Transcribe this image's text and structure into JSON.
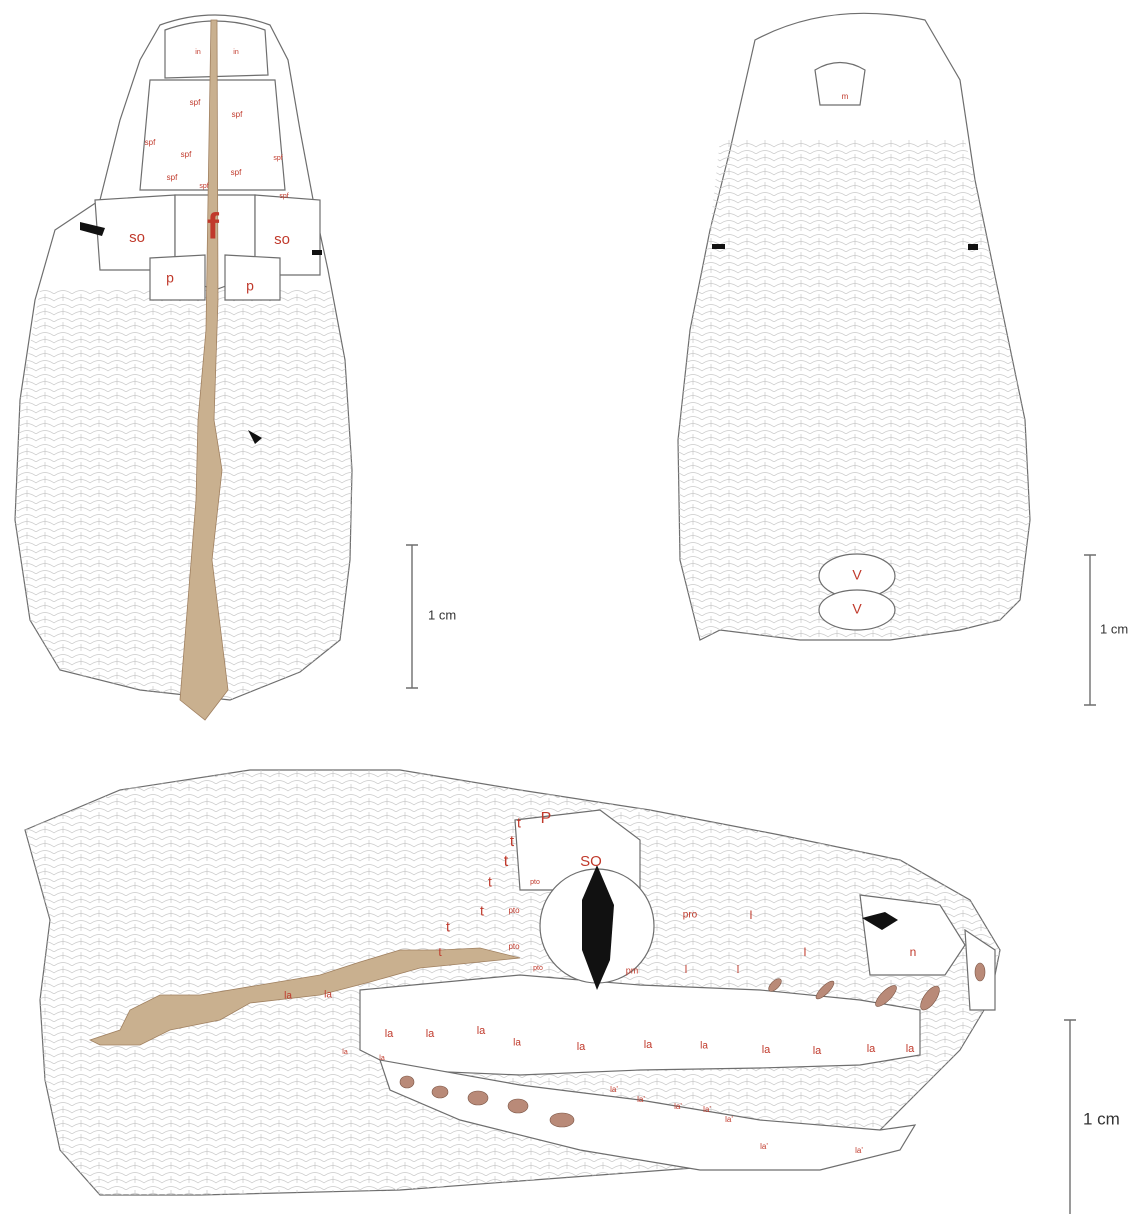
{
  "colors": {
    "scale_label": "#c0392b",
    "outline": "#6e6e6e",
    "stripe": "#c9b08f",
    "stripe_dark": "#b8a07a",
    "eye": "#111111"
  },
  "scale_bar_label": "1 cm",
  "dorsal": {
    "labels": [
      "in",
      "in",
      "spf",
      "spf",
      "spf",
      "spf",
      "spf",
      "spf",
      "spf",
      "spf",
      "spf",
      "so",
      "f",
      "so",
      "p",
      "p"
    ]
  },
  "ventral": {
    "labels": [
      "m",
      "V",
      "V"
    ]
  },
  "lateral": {
    "labels": [
      "P",
      "t",
      "t",
      "t",
      "t",
      "t",
      "t",
      "t",
      "SO",
      "pto",
      "pto",
      "pto",
      "pto",
      "pro",
      "l",
      "l",
      "l",
      "l",
      "n",
      "pm",
      "la",
      "la",
      "la",
      "la",
      "la",
      "la",
      "la",
      "la",
      "la",
      "la",
      "la",
      "la",
      "la",
      "la",
      "la",
      "la'",
      "la'",
      "la'",
      "la'",
      "la'",
      "la'",
      "la'"
    ]
  }
}
